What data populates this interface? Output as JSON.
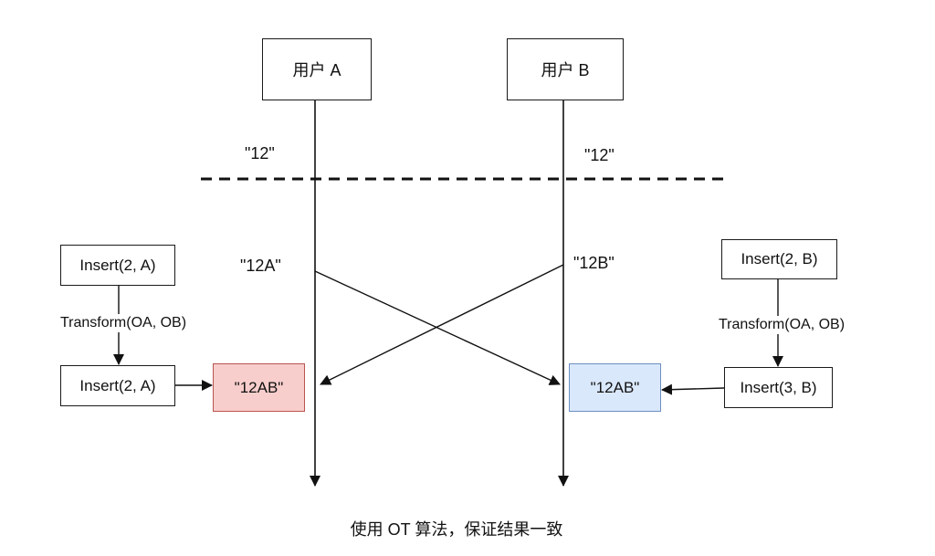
{
  "users": {
    "a": "用户 A",
    "b": "用户 B"
  },
  "initial_state": {
    "a": "\"12\"",
    "b": "\"12\""
  },
  "local_state": {
    "a": "\"12A\"",
    "b": "\"12B\""
  },
  "left": {
    "operation": "Insert(2, A)",
    "transform": "Transform(OA, OB)",
    "transformed_operation": "Insert(2, A)",
    "result": "\"12AB\""
  },
  "right": {
    "operation": "Insert(2, B)",
    "transform": "Transform(OA, OB)",
    "transformed_operation": "Insert(3, B)",
    "result": "\"12AB\""
  },
  "caption": "使用 OT 算法，保证结果一致",
  "colors": {
    "line": "#111111",
    "result_a_fill": "#f8cecc",
    "result_a_border": "#b85450",
    "result_b_fill": "#dae8fc",
    "result_b_border": "#6c8ebf"
  }
}
